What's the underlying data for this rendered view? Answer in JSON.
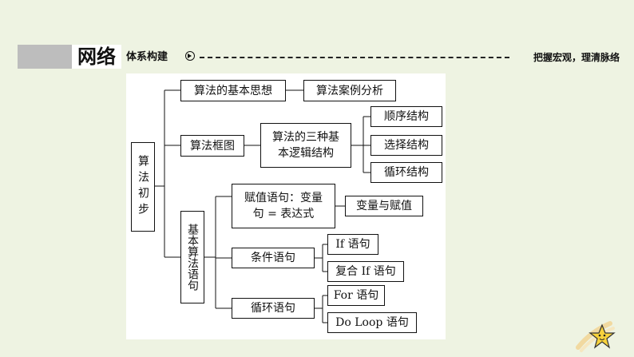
{
  "header": {
    "title": "网络",
    "subtitle": "体系构建",
    "right_note": "把握宏观，理清脉络"
  },
  "diagram": {
    "root": "算法初步",
    "idea": "算法的基本思想",
    "case_analysis": "算法案例分析",
    "flowchart": "算法框图",
    "three_structures_line1": "算法的三种基",
    "three_structures_line2": "本逻辑结构",
    "sequence": "顺序结构",
    "selection": "选择结构",
    "loop_structure": "循环结构",
    "basic_statements": "基本算法语句",
    "assign_line1": "赋值语句：变量",
    "assign_line2": "句 = 表达式",
    "var_assign": "变量与赋值",
    "conditional": "条件语句",
    "if_stmt": "If 语句",
    "compound_if": "复合 If 语句",
    "loop_stmt": "循环语句",
    "for_stmt": "For 语句",
    "do_loop": "Do Loop 语句"
  }
}
